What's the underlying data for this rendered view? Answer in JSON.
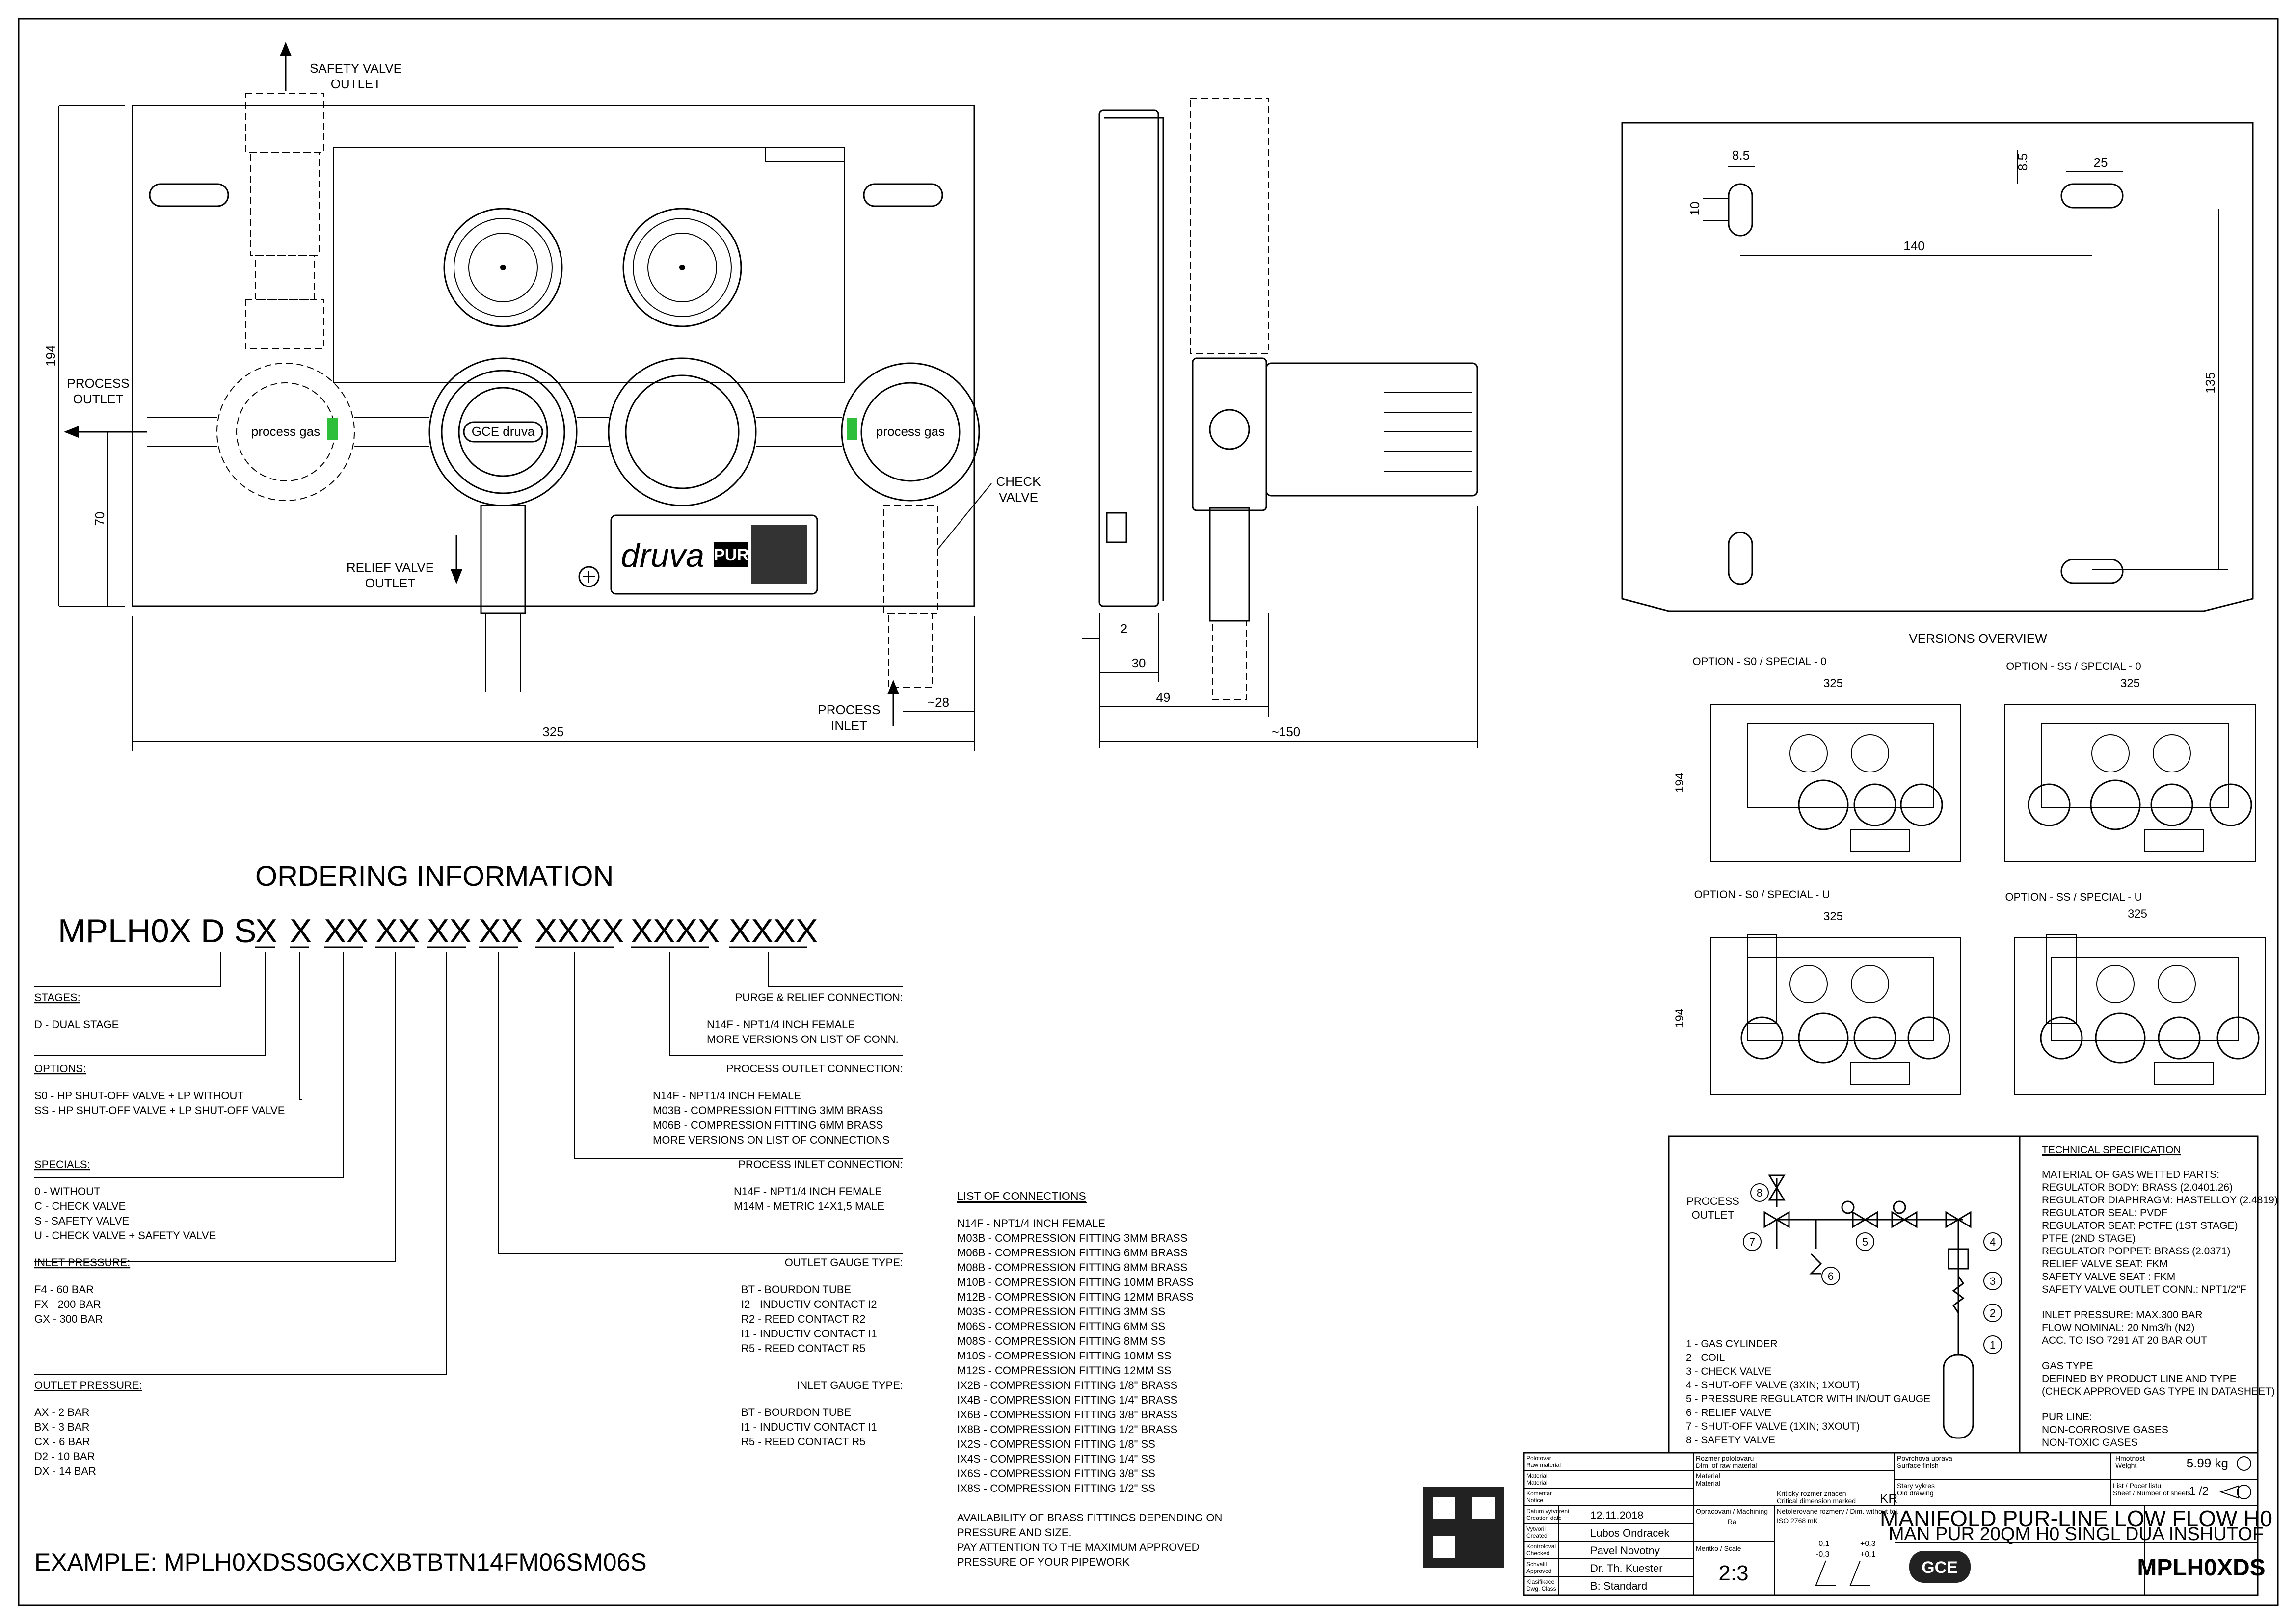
{
  "views": {
    "front": {
      "safety_valve_outlet": [
        "SAFETY VALVE",
        "OUTLET"
      ],
      "process_outlet": [
        "PROCESS",
        "OUTLET"
      ],
      "relief_valve_outlet": [
        "RELIEF VALVE",
        "OUTLET"
      ],
      "check_valve": [
        "CHECK",
        "VALVE"
      ],
      "process_inlet": [
        "PROCESS",
        "INLET"
      ],
      "gauge_label": "process gas",
      "brand_label": "druva",
      "pur_label": "PUR",
      "dims": {
        "height": "194",
        "lower": "70",
        "width": "325",
        "inlet": "~28"
      }
    },
    "side": {
      "dims": {
        "d2": "2",
        "d30": "30",
        "d49": "49",
        "d150": "~150"
      }
    },
    "plate": {
      "dims": {
        "d85a": "8.5",
        "d85b": "8.5",
        "d25": "25",
        "d10": "10",
        "d140": "140",
        "d135": "135"
      }
    }
  },
  "versions": {
    "title": "VERSIONS OVERVIEW",
    "options": [
      {
        "label": "OPTION - S0 / SPECIAL - 0",
        "width": "325",
        "height": "194"
      },
      {
        "label": "OPTION - SS / SPECIAL - 0",
        "width": "325"
      },
      {
        "label": "OPTION - S0 / SPECIAL - U",
        "width": "325",
        "height": "194"
      },
      {
        "label": "OPTION - SS / SPECIAL - U",
        "width": "325"
      }
    ]
  },
  "ordering": {
    "title": "ORDERING INFORMATION",
    "code_prefix": "MPLH0X D S",
    "code_segments": [
      "X",
      "X",
      "XX",
      "XX",
      "XX",
      "XX",
      "XXXX",
      "XXXX",
      "XXXX"
    ],
    "example": "EXAMPLE: MPLH0XDSS0GXCXBTBTN14FM06SM06S",
    "sections": [
      {
        "title": "STAGES:",
        "lines": [
          "D - DUAL STAGE"
        ]
      },
      {
        "title": "OPTIONS:",
        "lines": [
          "S0 - HP SHUT-OFF VALVE + LP WITHOUT",
          "SS - HP SHUT-OFF VALVE + LP SHUT-OFF VALVE"
        ]
      },
      {
        "title": "SPECIALS:",
        "lines": [
          "0 - WITHOUT",
          "C - CHECK VALVE",
          "S - SAFETY VALVE",
          "U - CHECK VALVE + SAFETY VALVE"
        ]
      },
      {
        "title": "INLET PRESSURE:",
        "lines": [
          "F4 - 60 BAR",
          "FX - 200 BAR",
          "GX - 300 BAR"
        ]
      },
      {
        "title": "OUTLET PRESSURE:",
        "lines": [
          "AX - 2 BAR",
          "BX - 3 BAR",
          "CX - 6 BAR",
          "D2 - 10 BAR",
          "DX - 14 BAR"
        ]
      },
      {
        "title": "PURGE & RELIEF CONNECTION:",
        "lines": [
          "N14F - NPT1/4 INCH FEMALE",
          "MORE VERSIONS ON LIST OF CONN."
        ]
      },
      {
        "title": "PROCESS OUTLET CONNECTION:",
        "lines": [
          "N14F - NPT1/4 INCH FEMALE",
          "M03B - COMPRESSION FITTING 3MM BRASS",
          "M06B - COMPRESSION FITTING 6MM BRASS",
          "MORE VERSIONS ON LIST OF CONNECTIONS"
        ]
      },
      {
        "title": "PROCESS INLET CONNECTION:",
        "lines": [
          "N14F - NPT1/4 INCH FEMALE",
          "M14M - METRIC 14X1,5 MALE"
        ]
      },
      {
        "title": "OUTLET GAUGE TYPE:",
        "lines": [
          "BT - BOURDON TUBE",
          "I2 - INDUCTIV CONTACT I2",
          "R2 - REED CONTACT R2",
          "I1 - INDUCTIV CONTACT I1",
          "R5 - REED CONTACT R5"
        ]
      },
      {
        "title": "INLET GAUGE TYPE:",
        "lines": [
          "BT - BOURDON TUBE",
          "I1 - INDUCTIV CONTACT I1",
          "R5 - REED CONTACT R5"
        ]
      }
    ]
  },
  "connections": {
    "title": "LIST OF CONNECTIONS",
    "items": [
      "N14F - NPT1/4 INCH FEMALE",
      "M03B - COMPRESSION FITTING 3MM BRASS",
      "M06B - COMPRESSION FITTING 6MM BRASS",
      "M08B - COMPRESSION FITTING 8MM BRASS",
      "M10B - COMPRESSION FITTING 10MM BRASS",
      "M12B - COMPRESSION FITTING 12MM BRASS",
      "M03S - COMPRESSION FITTING 3MM SS",
      "M06S - COMPRESSION FITTING 6MM SS",
      "M08S - COMPRESSION FITTING 8MM SS",
      "M10S - COMPRESSION FITTING 10MM SS",
      "M12S - COMPRESSION FITTING 12MM SS",
      "IX2B - COMPRESSION FITTING 1/8\" BRASS",
      "IX4B - COMPRESSION FITTING 1/4\" BRASS",
      "IX6B - COMPRESSION FITTING 3/8\" BRASS",
      "IX8B - COMPRESSION FITTING 1/2\" BRASS",
      "IX2S - COMPRESSION FITTING 1/8\" SS",
      "IX4S - COMPRESSION FITTING 1/4\" SS",
      "IX6S - COMPRESSION FITTING 3/8\" SS",
      "IX8S - COMPRESSION FITTING 1/2\" SS"
    ],
    "notes": [
      "AVAILABILITY OF BRASS FITTINGS DEPENDING ON",
      "PRESSURE AND SIZE.",
      "PAY ATTENTION TO THE MAXIMUM APPROVED",
      "PRESSURE OF YOUR PIPEWORK"
    ]
  },
  "schematic": {
    "process_outlet": [
      "PROCESS",
      "OUTLET"
    ],
    "legend": [
      "1 - GAS CYLINDER",
      "2 - COIL",
      "3 - CHECK VALVE",
      "4 - SHUT-OFF VALVE (3XIN; 1XOUT)",
      "5 - PRESSURE REGULATOR WITH IN/OUT GAUGE",
      "6 - RELIEF VALVE",
      "7 - SHUT-OFF VALVE (1XIN; 3XOUT)",
      "8 - SAFETY VALVE"
    ],
    "numbers": [
      "1",
      "2",
      "3",
      "4",
      "5",
      "6",
      "7",
      "8"
    ]
  },
  "tech_spec": {
    "title": "TECHNICAL SPECIFICATION",
    "lines": [
      "MATERIAL OF GAS WETTED PARTS:",
      "REGULATOR BODY: BRASS (2.0401.26)",
      "REGULATOR DIAPHRAGM: HASTELLOY (2.4819)",
      "REGULATOR SEAL: PVDF",
      "REGULATOR SEAT: PCTFE (1ST STAGE)",
      "                          PTFE (2ND STAGE)",
      "REGULATOR POPPET: BRASS (2.0371)",
      "RELIEF VALVE SEAT: FKM",
      "SAFETY VALVE SEAT : FKM",
      "SAFETY VALVE  OUTLET CONN.: NPT1/2\"F",
      "",
      "INLET PRESSURE: MAX.300 BAR",
      "FLOW NOMINAL: 20 Nm3/h (N2)",
      "ACC. TO ISO 7291 AT 20 BAR OUT",
      "",
      "GAS TYPE",
      "DEFINED BY PRODUCT LINE AND TYPE",
      "(CHECK APPROVED GAS TYPE IN DATASHEET)",
      "",
      "PUR LINE:",
      "NON-CORROSIVE GASES",
      "NON-TOXIC GASES"
    ]
  },
  "title_block": {
    "rows_left": [
      {
        "label": "Polotovar",
        "sub": "Raw material",
        "value": ""
      },
      {
        "label": "Material",
        "sub": "Material",
        "value": ""
      },
      {
        "label": "Komentar",
        "sub": "Notice",
        "value": ""
      },
      {
        "label": "Datum vytvoreni",
        "sub": "Creation date",
        "value": "12.11.2018"
      },
      {
        "label": "Vytvoril",
        "sub": "Created",
        "value": "Lubos Ondracek"
      },
      {
        "label": "Kontroloval",
        "sub": "Checked",
        "value": "Pavel Novotny"
      },
      {
        "label": "Schvalil",
        "sub": "Approved",
        "value": "Dr. Th. Kuester"
      },
      {
        "label": "Klasifikace",
        "sub": "Dwg. Class",
        "value": "B: Standard"
      }
    ],
    "raw_dims": [
      "Rozmer polotovaru",
      "Dim. of raw material"
    ],
    "material": [
      "Material",
      "Material"
    ],
    "critical": [
      "Kriticky rozmer znacen",
      "Critical dimension marked"
    ],
    "kr": "KR",
    "surface": [
      "Povrchova uprava",
      "Surface finish"
    ],
    "weight_label": [
      "Hmotnost",
      "Weight"
    ],
    "weight": "5.99 kg",
    "old_drawing": [
      "Stary vykres",
      "Old drawing"
    ],
    "sheet_label": [
      "List / Pocet listu",
      "Sheet / Number of sheets"
    ],
    "sheet": "1 /2",
    "machining": [
      "Opracovani / Machining",
      "Ra"
    ],
    "tolerances": [
      "Netolerovane rozmery / Dim. without tol.",
      "ISO 2768 mK"
    ],
    "tol_values": [
      "-0,1",
      "-0,3",
      "+0,3",
      "+0,1"
    ],
    "scale_label": [
      "Meritko / Scale"
    ],
    "scale": "2:3",
    "title1": "MANIFOLD PUR-LINE LOW FLOW H0",
    "title2": "MAN PUR 20QM H0 SINGL DUA INSHUTOF",
    "logo": "GCE",
    "drawing_no": "MPLH0XDS"
  }
}
